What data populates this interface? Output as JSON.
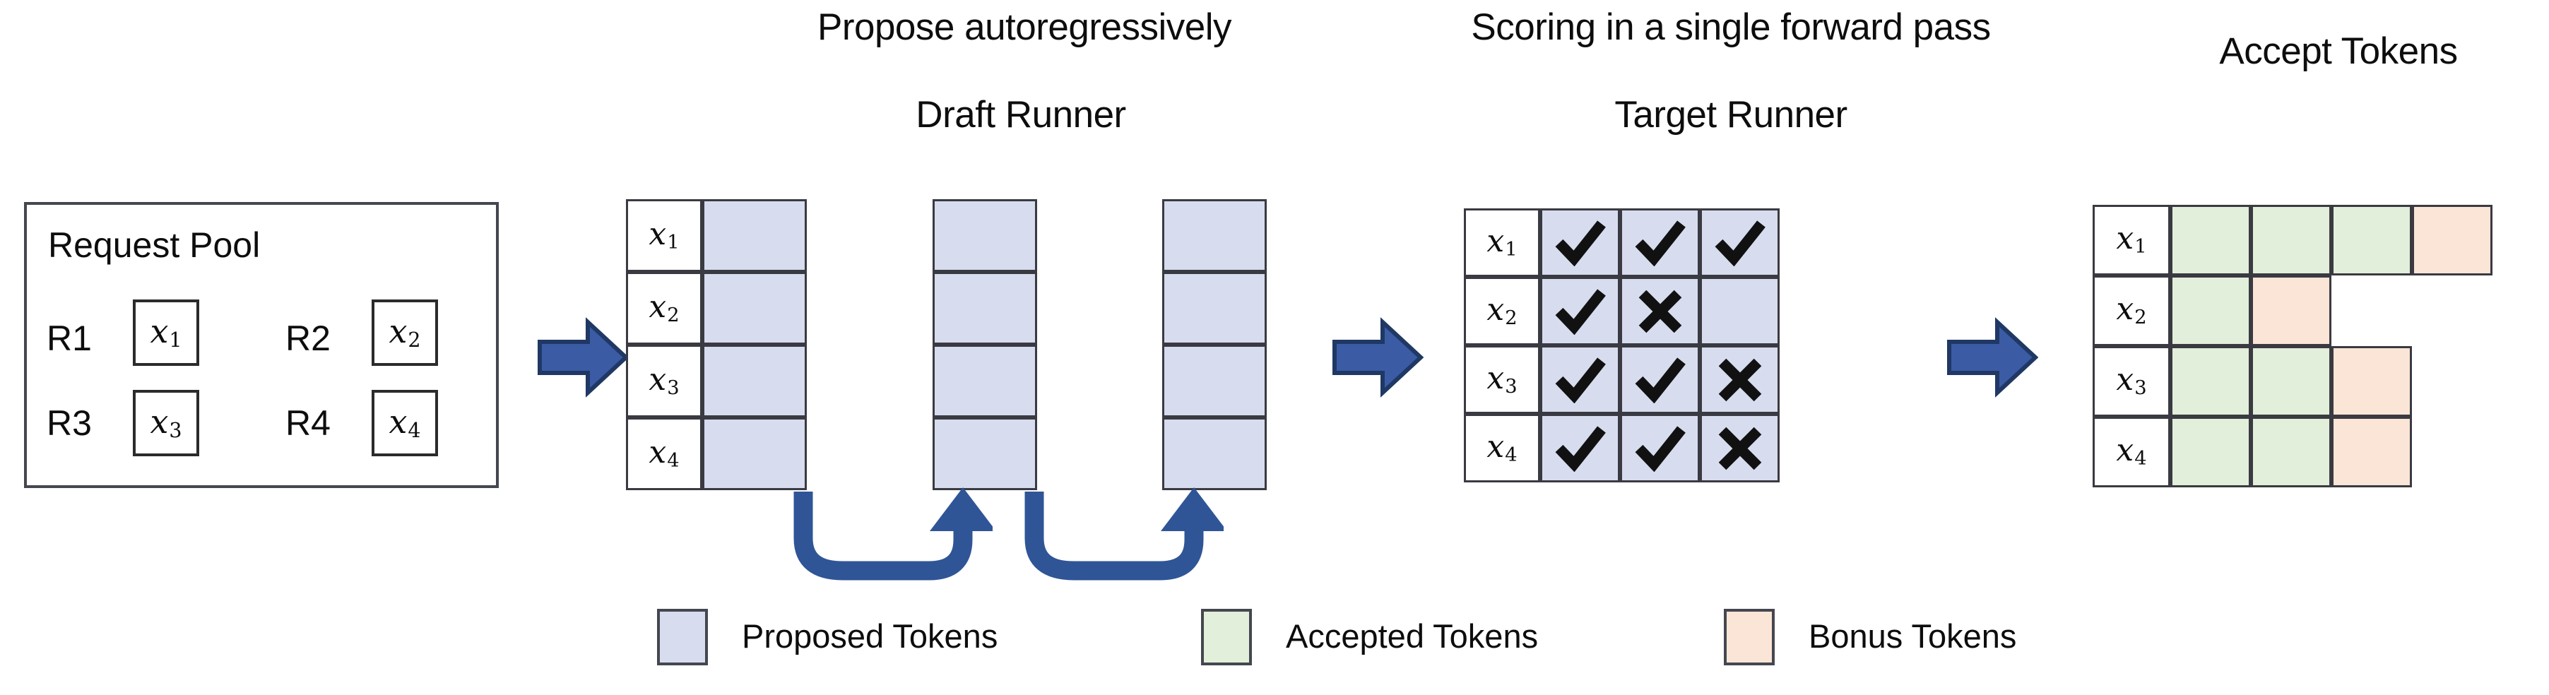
{
  "headings": {
    "propose": "Propose autoregressively",
    "draft_runner": "Draft Runner",
    "scoring": "Scoring in a single forward pass",
    "target_runner": "Target Runner",
    "accept": "Accept Tokens"
  },
  "request_pool": {
    "title": "Request Pool",
    "requests": [
      {
        "label": "R1",
        "token": "x",
        "sub": "1"
      },
      {
        "label": "R2",
        "token": "x",
        "sub": "2"
      },
      {
        "label": "R3",
        "token": "x",
        "sub": "3"
      },
      {
        "label": "R4",
        "token": "x",
        "sub": "4"
      }
    ]
  },
  "draft_runner": {
    "row_labels": [
      {
        "token": "x",
        "sub": "1"
      },
      {
        "token": "x",
        "sub": "2"
      },
      {
        "token": "x",
        "sub": "3"
      },
      {
        "token": "x",
        "sub": "4"
      }
    ],
    "steps": 3,
    "cells_per_step": 4,
    "cell_fill": "proposed",
    "loop_arrows": 2
  },
  "target_runner": {
    "row_labels": [
      {
        "token": "x",
        "sub": "1"
      },
      {
        "token": "x",
        "sub": "2"
      },
      {
        "token": "x",
        "sub": "3"
      },
      {
        "token": "x",
        "sub": "4"
      }
    ],
    "columns": 3,
    "marks": [
      [
        "check",
        "check",
        "check"
      ],
      [
        "check",
        "cross",
        "none"
      ],
      [
        "check",
        "check",
        "cross"
      ],
      [
        "check",
        "check",
        "cross"
      ]
    ]
  },
  "accept_tokens": {
    "row_labels": [
      {
        "token": "x",
        "sub": "1"
      },
      {
        "token": "x",
        "sub": "2"
      },
      {
        "token": "x",
        "sub": "3"
      },
      {
        "token": "x",
        "sub": "4"
      }
    ],
    "rows": [
      [
        "accepted",
        "accepted",
        "accepted",
        "bonus"
      ],
      [
        "accepted",
        "bonus"
      ],
      [
        "accepted",
        "accepted",
        "bonus"
      ],
      [
        "accepted",
        "accepted",
        "bonus"
      ]
    ]
  },
  "legend": [
    {
      "swatch": "proposed",
      "label": "Proposed Tokens",
      "color": "#d7ddee"
    },
    {
      "swatch": "accepted",
      "label": "Accepted Tokens",
      "color": "#e2efda"
    },
    {
      "swatch": "bonus",
      "label": "Bonus Tokens",
      "color": "#fbe5d6"
    }
  ],
  "colors": {
    "proposed": "#d7ddee",
    "accepted": "#e2efda",
    "bonus": "#fbe5d6",
    "arrow_fill": "#3b5ba5",
    "arrow_stroke": "#1f3864",
    "border": "#3a3a42",
    "text": "#0d0d0d"
  },
  "flow_arrows": 3
}
